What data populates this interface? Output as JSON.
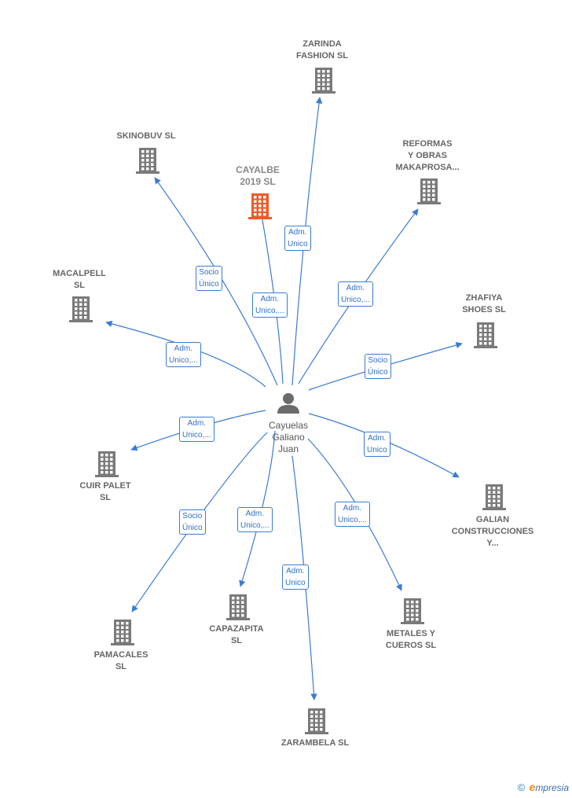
{
  "colors": {
    "edge": "#3a7bd5",
    "building": "#7a7a7a",
    "highlight": "#f05a28",
    "person": "#6b6b6b"
  },
  "center": {
    "label": "Cayuelas\nGaliano\nJuan",
    "icon": "person-icon"
  },
  "nodes": [
    {
      "id": "zarinda",
      "label": "ZARINDA\nFASHION SL",
      "icon": "building-icon"
    },
    {
      "id": "skinobuv",
      "label": "SKINOBUV  SL",
      "icon": "building-icon"
    },
    {
      "id": "cayalbe",
      "label": "CAYALBE\n2019  SL",
      "icon": "building-icon",
      "highlight": true
    },
    {
      "id": "reformas",
      "label": "REFORMAS\nY OBRAS\nMAKAPROSA...",
      "icon": "building-icon"
    },
    {
      "id": "macalpell",
      "label": "MACALPELL\nSL",
      "icon": "building-icon"
    },
    {
      "id": "zhafiya",
      "label": "ZHAFIYA\nSHOES SL",
      "icon": "building-icon"
    },
    {
      "id": "cuirpalet",
      "label": "CUIR PALET\nSL",
      "icon": "building-icon"
    },
    {
      "id": "galian",
      "label": "GALIAN\nCONSTRUCCIONES\nY...",
      "icon": "building-icon"
    },
    {
      "id": "capazapita",
      "label": "CAPAZAPITA\nSL",
      "icon": "building-icon"
    },
    {
      "id": "metales",
      "label": "METALES Y\nCUEROS  SL",
      "icon": "building-icon"
    },
    {
      "id": "pamacales",
      "label": "PAMACALES\nSL",
      "icon": "building-icon"
    },
    {
      "id": "zarambela",
      "label": "ZARAMBELA SL",
      "icon": "building-icon"
    }
  ],
  "edges": [
    {
      "to": "zarinda",
      "label": "Adm.\nUnico"
    },
    {
      "to": "skinobuv",
      "label": "Socio\nÚnico"
    },
    {
      "to": "cayalbe",
      "label": "Adm.\nUnico,..."
    },
    {
      "to": "reformas",
      "label": "Adm.\nUnico,..."
    },
    {
      "to": "macalpell",
      "label": "Adm.\nUnico,..."
    },
    {
      "to": "zhafiya",
      "label": "Socio\nÚnico"
    },
    {
      "to": "cuirpalet",
      "label": "Adm.\nUnico,..."
    },
    {
      "to": "galian",
      "label": "Adm.\nUnico"
    },
    {
      "to": "capazapita",
      "label": "Adm.\nUnico,..."
    },
    {
      "to": "metales",
      "label": "Adm.\nUnico,..."
    },
    {
      "to": "pamacales",
      "label": "Socio\nÚnico"
    },
    {
      "to": "zarambela",
      "label": "Adm.\nUnico"
    }
  ],
  "footer": {
    "copyright": "©",
    "brand_e": "e",
    "brand_rest": "mpresia"
  }
}
